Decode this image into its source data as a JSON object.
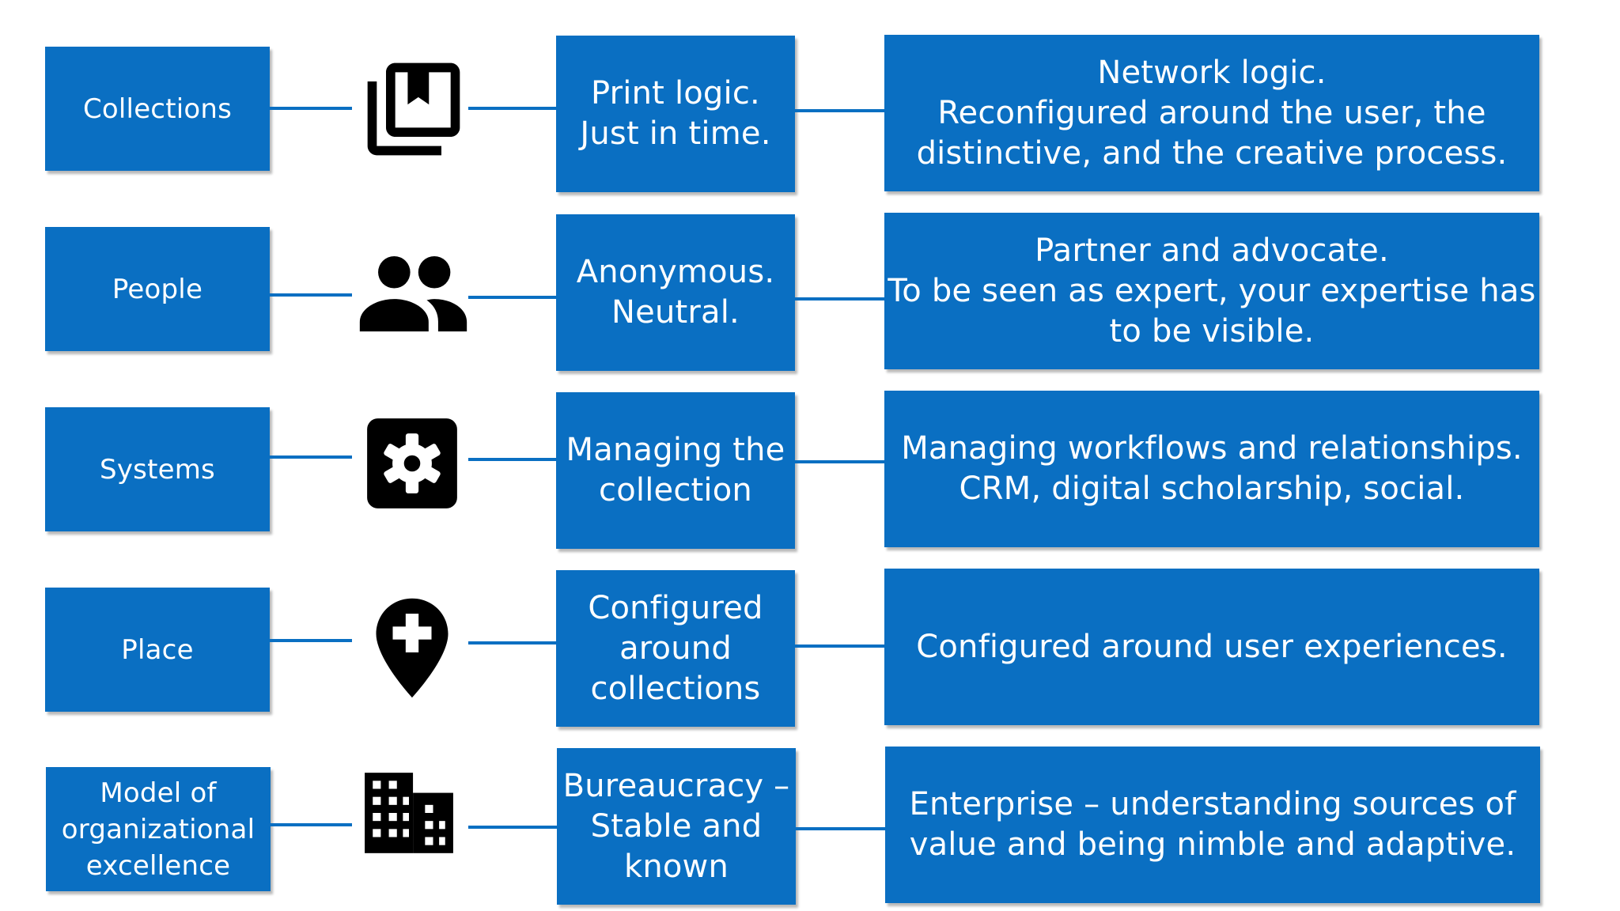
{
  "rows": [
    {
      "category": "Collections",
      "icon": "library-books-icon",
      "from": "Print logic.\nJust in time.",
      "to": "Network logic.\nReconfigured around the user, the\ndistinctive, and the creative process."
    },
    {
      "category": "People",
      "icon": "people-group-icon",
      "from": "Anonymous.\nNeutral.",
      "to": "Partner and advocate.\nTo be seen as expert, your expertise has\nto be visible."
    },
    {
      "category": "Systems",
      "icon": "gear-icon",
      "from": "Managing the\ncollection",
      "to": "Managing workflows and relationships.\nCRM, digital scholarship, social."
    },
    {
      "category": "Place",
      "icon": "location-pin-plus-icon",
      "from": "Configured\naround\ncollections",
      "to": "Configured around user experiences."
    },
    {
      "category": "Model of\norganizational\nexcellence",
      "icon": "office-building-icon",
      "from": "Bureaucracy –\nStable and\nknown",
      "to": "Enterprise – understanding sources of\nvalue and being nimble and adaptive."
    }
  ],
  "colors": {
    "box": "#0a6fc2",
    "text": "#ffffff",
    "icon": "#000000"
  }
}
